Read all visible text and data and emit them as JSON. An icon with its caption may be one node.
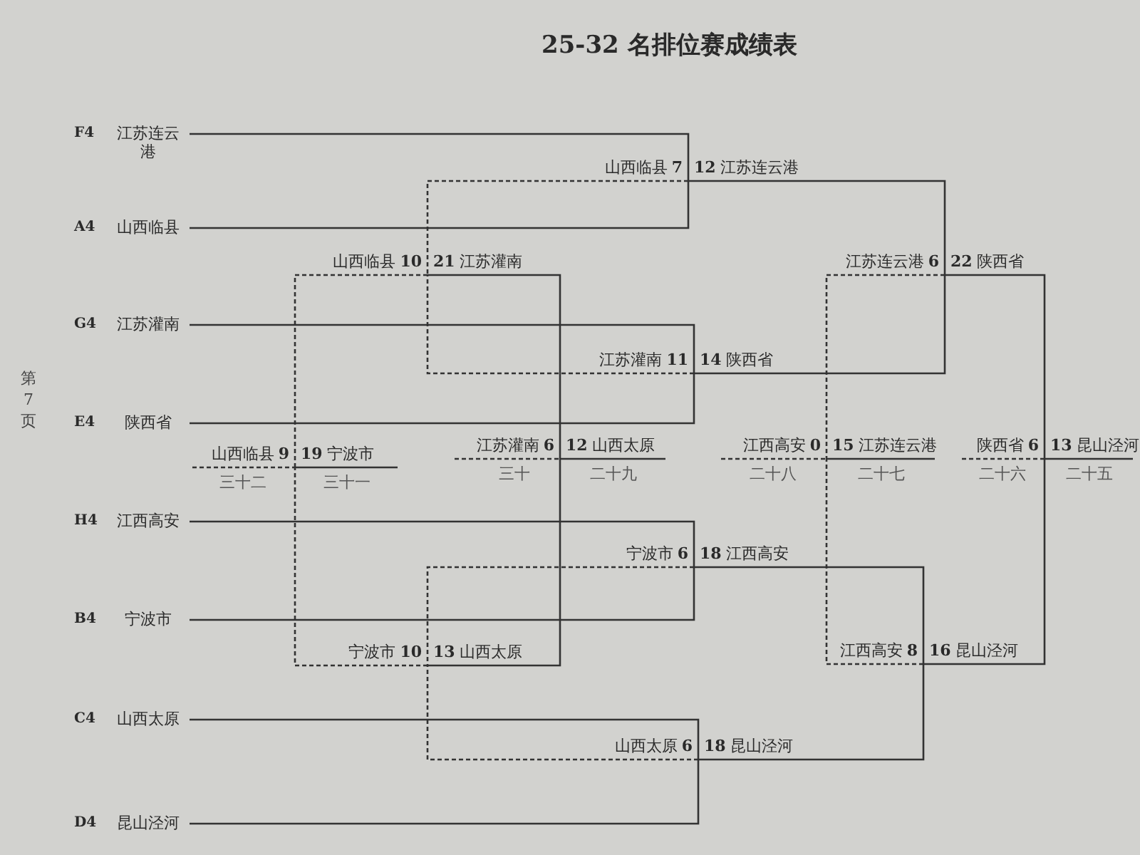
{
  "diagram": {
    "title": "25-32 名排位赛成绩表",
    "nodes": [
      {
        "text": [
          "F4",
          "江苏连云港"
        ]
      },
      {
        "text": [
          "A4",
          "山西临县"
        ]
      },
      {
        "text": [
          "G4",
          "江苏灌南"
        ]
      },
      {
        "text": [
          "E4",
          "陕西省"
        ]
      },
      {
        "text": [
          "H4",
          "江西高安"
        ]
      },
      {
        "text": [
          "B4",
          "宁波市"
        ]
      },
      {
        "text": [
          "C4",
          "山西太原"
        ]
      },
      {
        "text": [
          "D4",
          "昆山泾河"
        ]
      },
      {
        "text": [
          "山西临县",
          "7",
          "12",
          "江苏连云港"
        ]
      },
      {
        "text": [
          "江苏灌南",
          "11",
          "14",
          "陕西省"
        ]
      },
      {
        "text": [
          "宁波市",
          "6",
          "18",
          "江西高安"
        ]
      },
      {
        "text": [
          "山西太原",
          "6",
          "18",
          "昆山泾河"
        ]
      },
      {
        "text": [
          "江苏连云港",
          "6",
          "22",
          "陕西省"
        ]
      },
      {
        "text": [
          "江西高安",
          "8",
          "16",
          "昆山泾河"
        ]
      },
      {
        "text": [
          "陕西省",
          "6",
          "13",
          "昆山泾河"
        ],
        "beside": [
          "二十六",
          "二十五"
        ]
      },
      {
        "text": [
          "江西高安",
          "0",
          "15",
          "江苏连云港"
        ],
        "beside": [
          "二十八",
          "二十七"
        ]
      },
      {
        "text": [
          "山西临县",
          "10",
          "21",
          "江苏灌南"
        ]
      },
      {
        "text": [
          "宁波市",
          "10",
          "13",
          "山西太原"
        ]
      },
      {
        "text": [
          "江苏灌南",
          "6",
          "12",
          "山西太原"
        ],
        "beside": [
          "三十",
          "二十九"
        ]
      },
      {
        "text": [
          "山西临县",
          "9",
          "19",
          "宁波市"
        ],
        "beside": [
          "三十二",
          "三十一"
        ]
      }
    ],
    "edges": [
      {
        "from": 0,
        "to": 8,
        "arrow": "none"
      },
      {
        "from": 1,
        "to": 8,
        "arrow": "none"
      },
      {
        "from": 2,
        "to": 9,
        "arrow": "none"
      },
      {
        "from": 3,
        "to": 9,
        "arrow": "none"
      },
      {
        "from": 4,
        "to": 10,
        "arrow": "none"
      },
      {
        "from": 5,
        "to": 10,
        "arrow": "none"
      },
      {
        "from": 6,
        "to": 11,
        "arrow": "none"
      },
      {
        "from": 7,
        "to": 11,
        "arrow": "none"
      },
      {
        "from": 8,
        "to": 12,
        "arrow": "none"
      },
      {
        "from": 9,
        "to": 12,
        "arrow": "none"
      },
      {
        "from": 10,
        "to": 13,
        "arrow": "none"
      },
      {
        "from": 11,
        "to": 13,
        "arrow": "none"
      },
      {
        "from": 12,
        "to": 14,
        "arrow": "none"
      },
      {
        "from": 13,
        "to": 14,
        "arrow": "none"
      },
      {
        "from": 12,
        "to": 15,
        "arrow": "none",
        "style": "dashed"
      },
      {
        "from": 13,
        "to": 15,
        "arrow": "none",
        "style": "dashed"
      },
      {
        "from": 8,
        "to": 16,
        "arrow": "none",
        "style": "dashed"
      },
      {
        "from": 9,
        "to": 16,
        "arrow": "none",
        "style": "dashed"
      },
      {
        "from": 10,
        "to": 17,
        "arrow": "none",
        "style": "dashed"
      },
      {
        "from": 11,
        "to": 17,
        "arrow": "none",
        "style": "dashed"
      },
      {
        "from": 16,
        "to": 18,
        "arrow": "none"
      },
      {
        "from": 17,
        "to": 18,
        "arrow": "none"
      },
      {
        "from": 16,
        "to": 19,
        "arrow": "none",
        "style": "dashed"
      },
      {
        "from": 17,
        "to": 19,
        "arrow": "none",
        "style": "dashed"
      }
    ],
    "labels": [
      "第 7 页"
    ]
  }
}
